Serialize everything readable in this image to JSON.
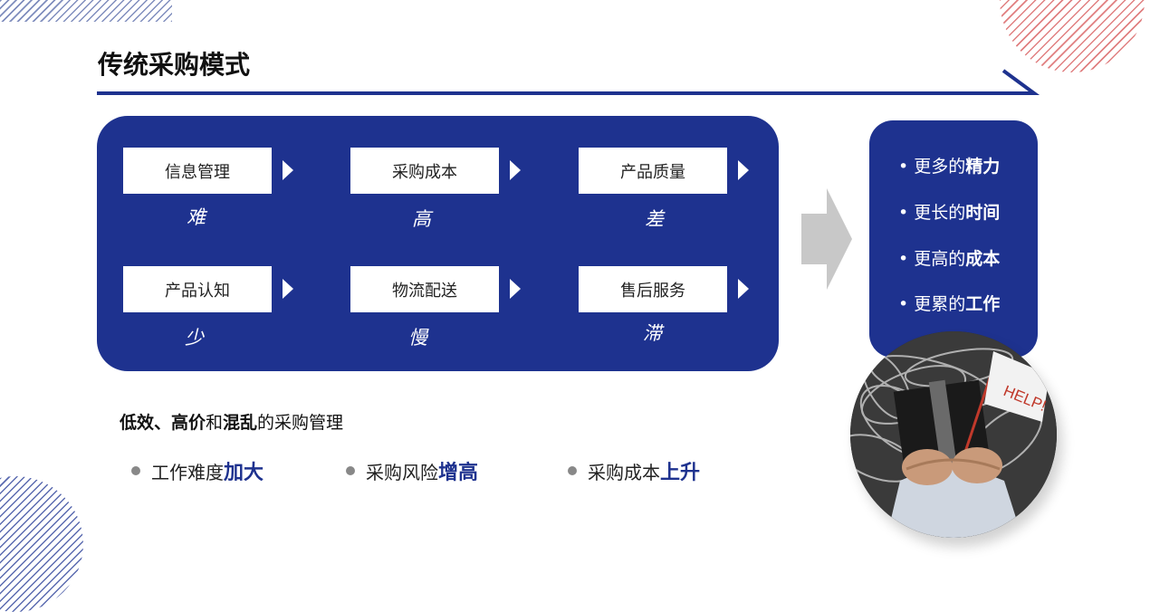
{
  "page": {
    "title": "传统采购模式"
  },
  "flow": {
    "items": [
      {
        "label": "信息管理",
        "word": "难"
      },
      {
        "label": "采购成本",
        "word": "高"
      },
      {
        "label": "产品质量",
        "word": "差"
      },
      {
        "label": "产品认知",
        "word": "少"
      },
      {
        "label": "物流配送",
        "word": "慢"
      },
      {
        "label": "售后服务",
        "word": "滞"
      }
    ]
  },
  "consequences": [
    {
      "normal": "更多的",
      "bold": "精力"
    },
    {
      "normal": "更长的",
      "bold": "时间"
    },
    {
      "normal": "更高的",
      "bold": "成本"
    },
    {
      "normal": "更累的",
      "bold": "工作"
    }
  ],
  "photo": {
    "sign_text": "HELP!"
  },
  "summary": {
    "part1": "低效、高价",
    "part2": "和",
    "part3": "混乱",
    "part4": "的采购管理"
  },
  "stats": [
    {
      "normal": "工作难度",
      "bold": "加大"
    },
    {
      "normal": "采购风险",
      "bold": "增高"
    },
    {
      "normal": "采购成本",
      "bold": "上升"
    }
  ],
  "colors": {
    "navy": "#1e328f",
    "arrow_grey": "#c8c8c8",
    "bullet_grey": "#888888"
  }
}
